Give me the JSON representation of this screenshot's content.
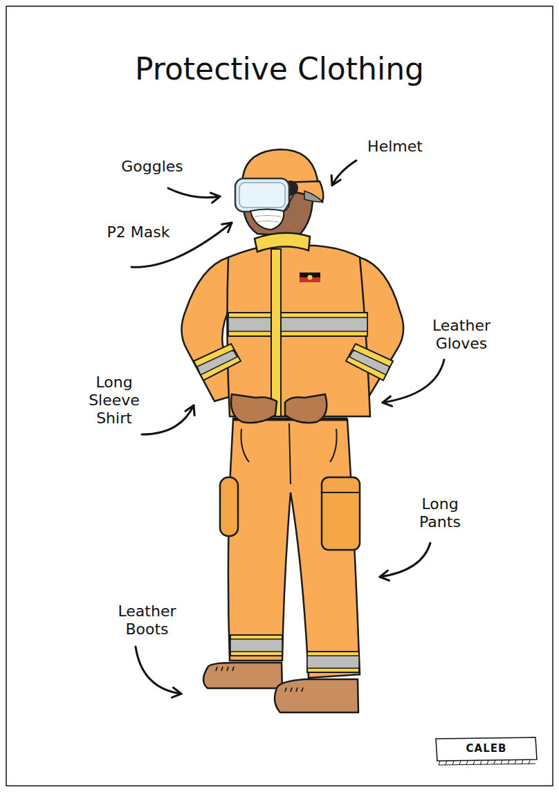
{
  "diagram": {
    "title": "Protective Clothing",
    "labels": [
      "Goggles",
      "Helmet",
      "P2 Mask",
      "Leather Gloves",
      "Long Sleeve Shirt",
      "Long Pants",
      "Leather Boots",
      "CALEB"
    ]
  }
}
